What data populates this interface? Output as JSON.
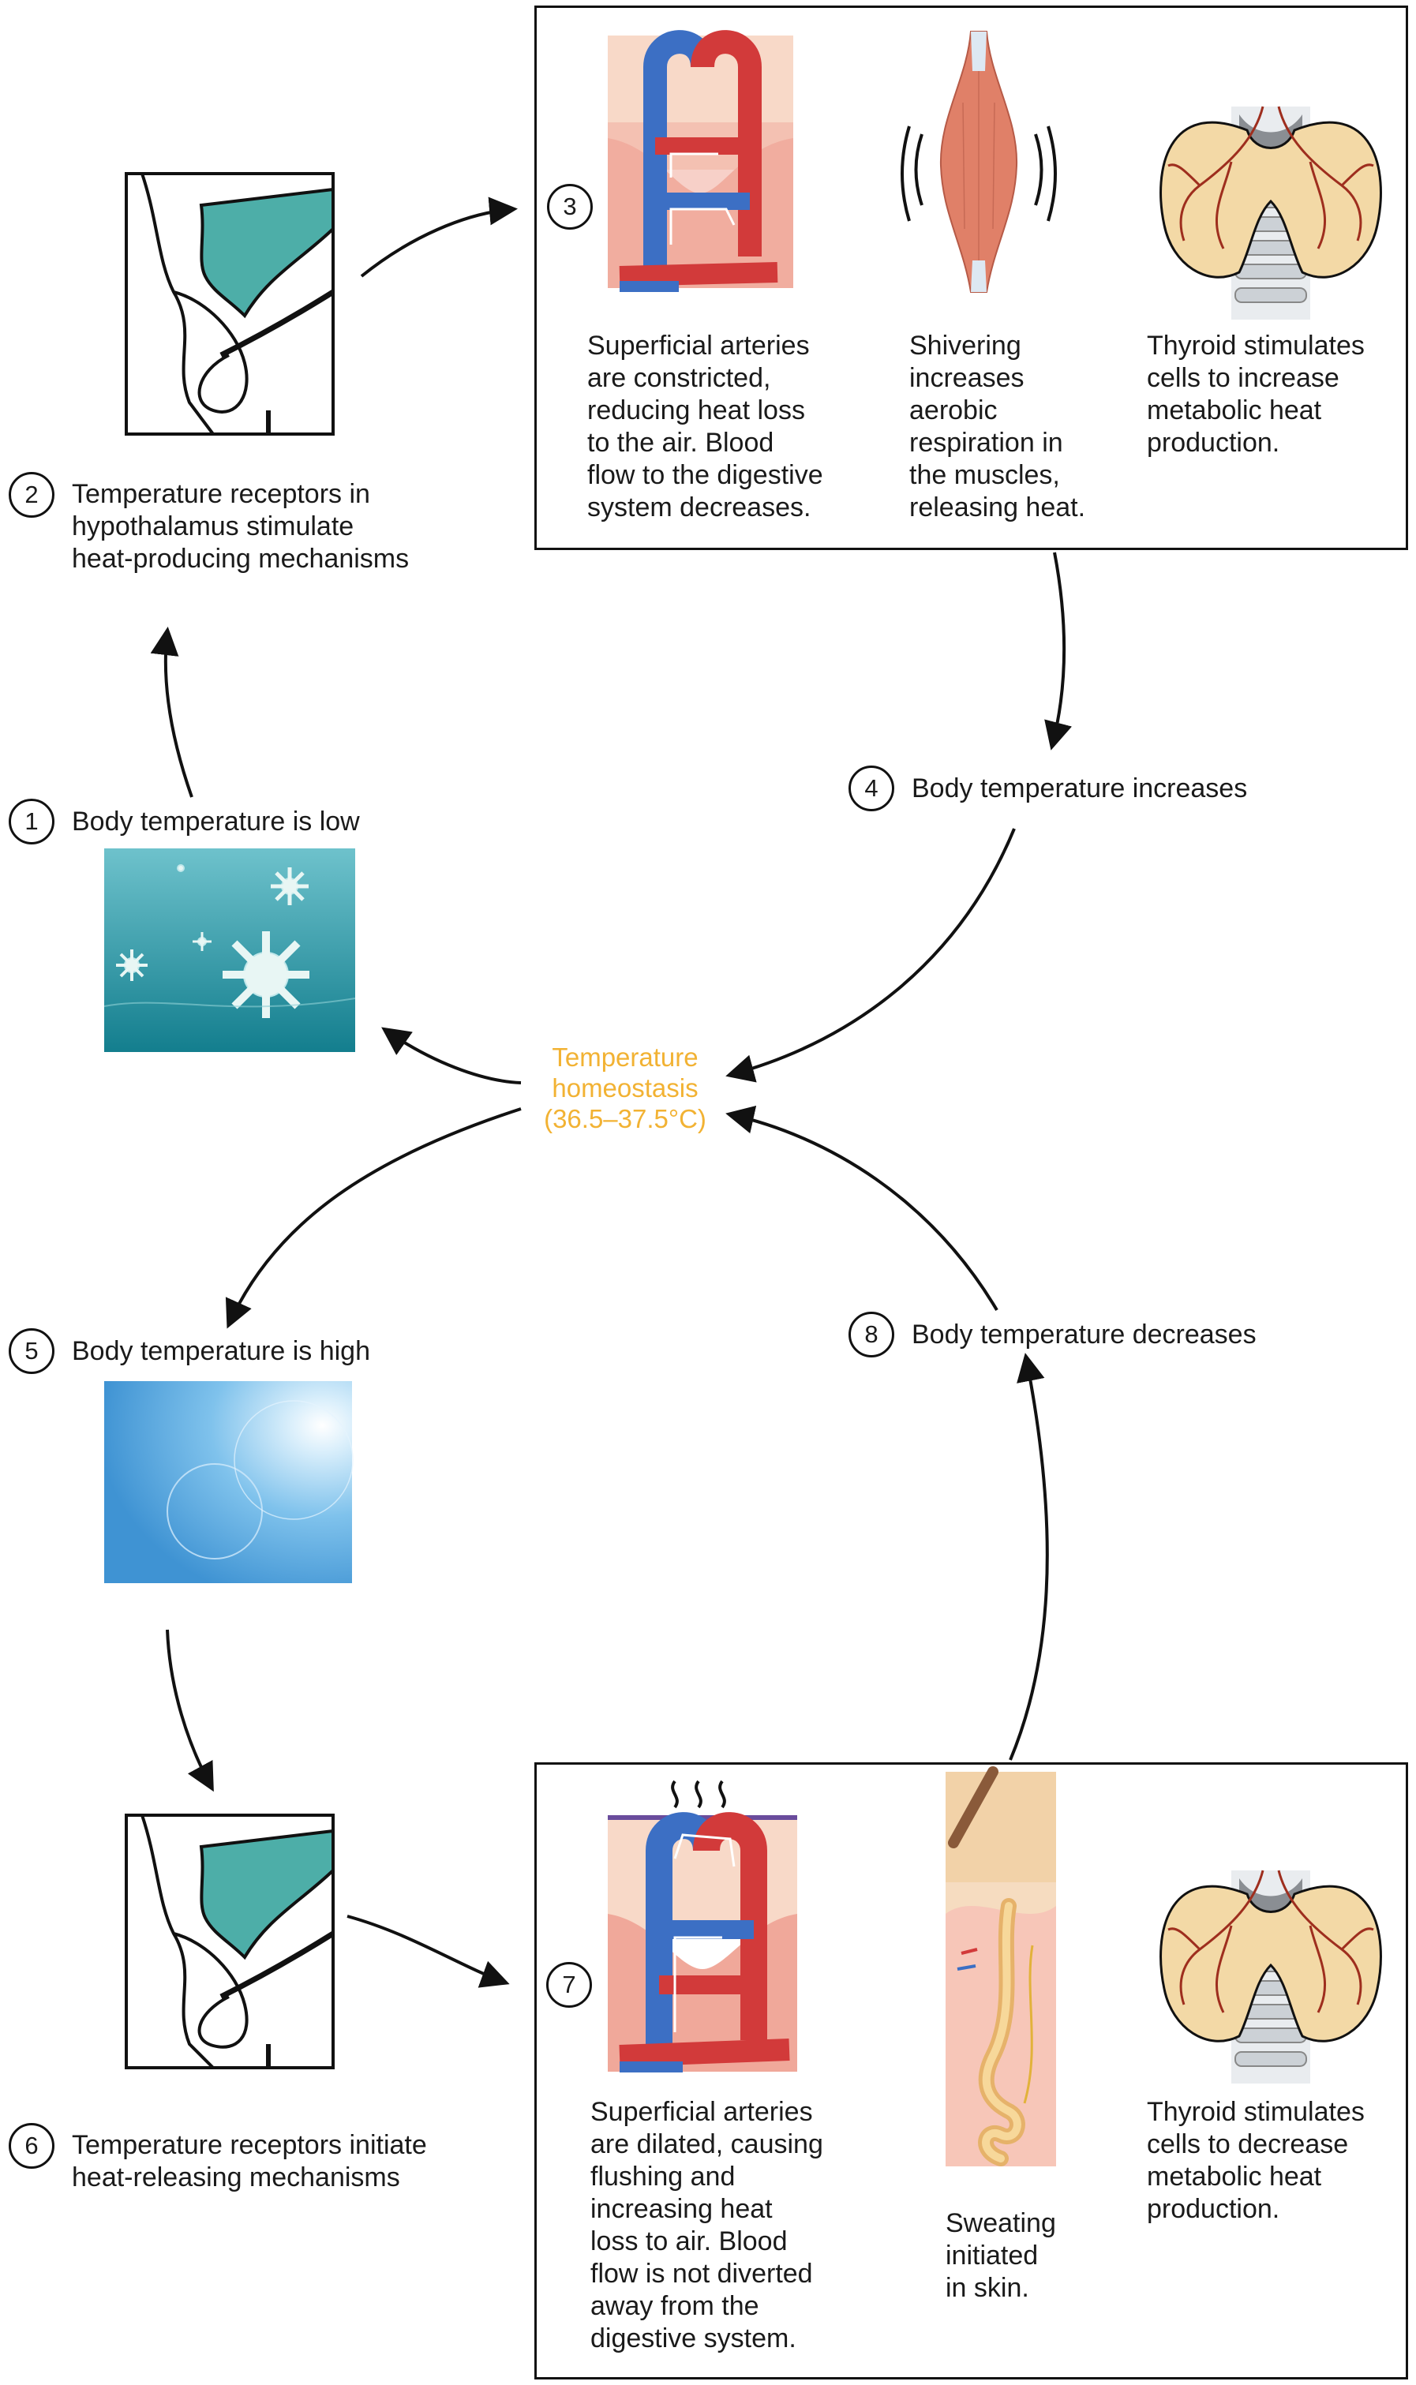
{
  "center": {
    "text": "Temperature\nhomeostasis\n(36.5–37.5°C)",
    "color": "#F2B233"
  },
  "steps": [
    {
      "num": "1",
      "text": "Body temperature is low"
    },
    {
      "num": "2",
      "text": "Temperature receptors in\nhypothalamus stimulate\nheat-producing mechanisms"
    },
    {
      "num": "3",
      "text": ""
    },
    {
      "num": "4",
      "text": "Body temperature increases"
    },
    {
      "num": "5",
      "text": "Body temperature is high"
    },
    {
      "num": "6",
      "text": "Temperature receptors initiate\nheat-releasing mechanisms"
    },
    {
      "num": "7",
      "text": ""
    },
    {
      "num": "8",
      "text": "Body temperature decreases"
    }
  ],
  "box_top": {
    "items": [
      {
        "icon": "blood-vessels-icon",
        "text": "Superficial arteries\nare constricted,\nreducing heat loss\nto the air. Blood\nflow to the digestive\nsystem decreases."
      },
      {
        "icon": "muscle-icon",
        "text": "Shivering\nincreases\naerobic\nrespiration in\nthe muscles,\nreleasing heat."
      },
      {
        "icon": "thyroid-icon",
        "text": "Thyroid stimulates\ncells to increase\nmetabolic heat\nproduction."
      }
    ]
  },
  "box_bottom": {
    "items": [
      {
        "icon": "blood-vessels-icon",
        "text": "Superficial arteries\nare dilated, causing\nflushing and\nincreasing heat\nloss to air. Blood\nflow is not diverted\naway from the\ndigestive system."
      },
      {
        "icon": "sweat-gland-icon",
        "text": "Sweating\ninitiated\nin skin."
      },
      {
        "icon": "thyroid-icon",
        "text": "Thyroid stimulates\ncells to decrease\nmetabolic heat\nproduction."
      }
    ]
  },
  "colors": {
    "artery": "#D23A3A",
    "vein": "#3C6FC4",
    "skin": "#F4C9B8",
    "teal": "#4DAEA8",
    "snow_bg": "#1F8A99",
    "sun_bg": "#4FA6DD"
  }
}
